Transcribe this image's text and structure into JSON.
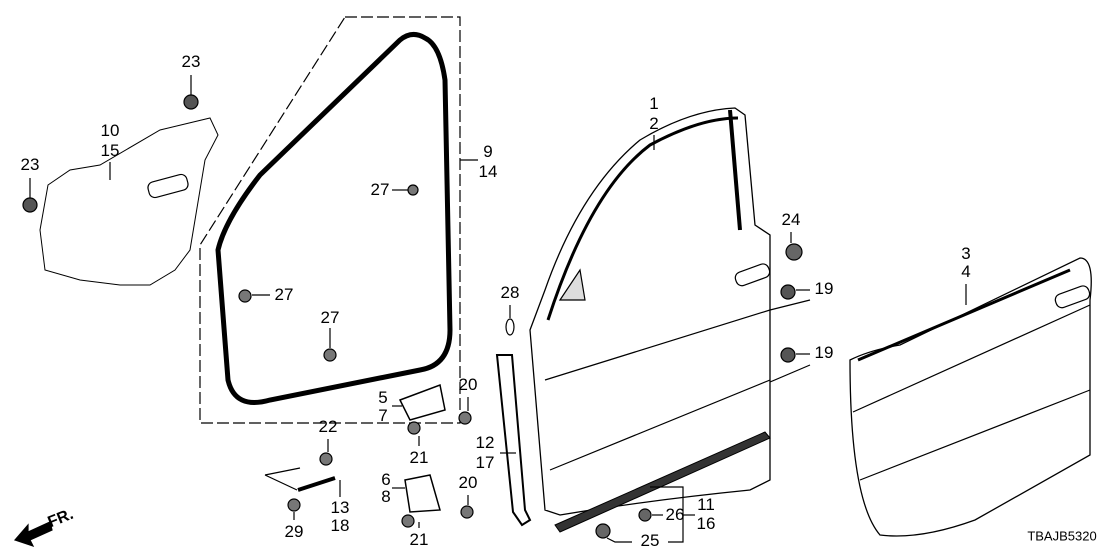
{
  "diagram_code": "TBAJB5320",
  "front_indicator": "FR.",
  "callouts": [
    "23",
    "10",
    "15",
    "23",
    "9",
    "14",
    "27",
    "27",
    "27",
    "1",
    "2",
    "24",
    "19",
    "28",
    "19",
    "3",
    "4",
    "5",
    "7",
    "20",
    "21",
    "22",
    "12",
    "17",
    "6",
    "8",
    "20",
    "13",
    "18",
    "29",
    "21",
    "11",
    "16",
    "26",
    "25"
  ],
  "colors": {
    "line": "#000000",
    "fill": "#ffffff",
    "shade": "#d9d9d9"
  }
}
